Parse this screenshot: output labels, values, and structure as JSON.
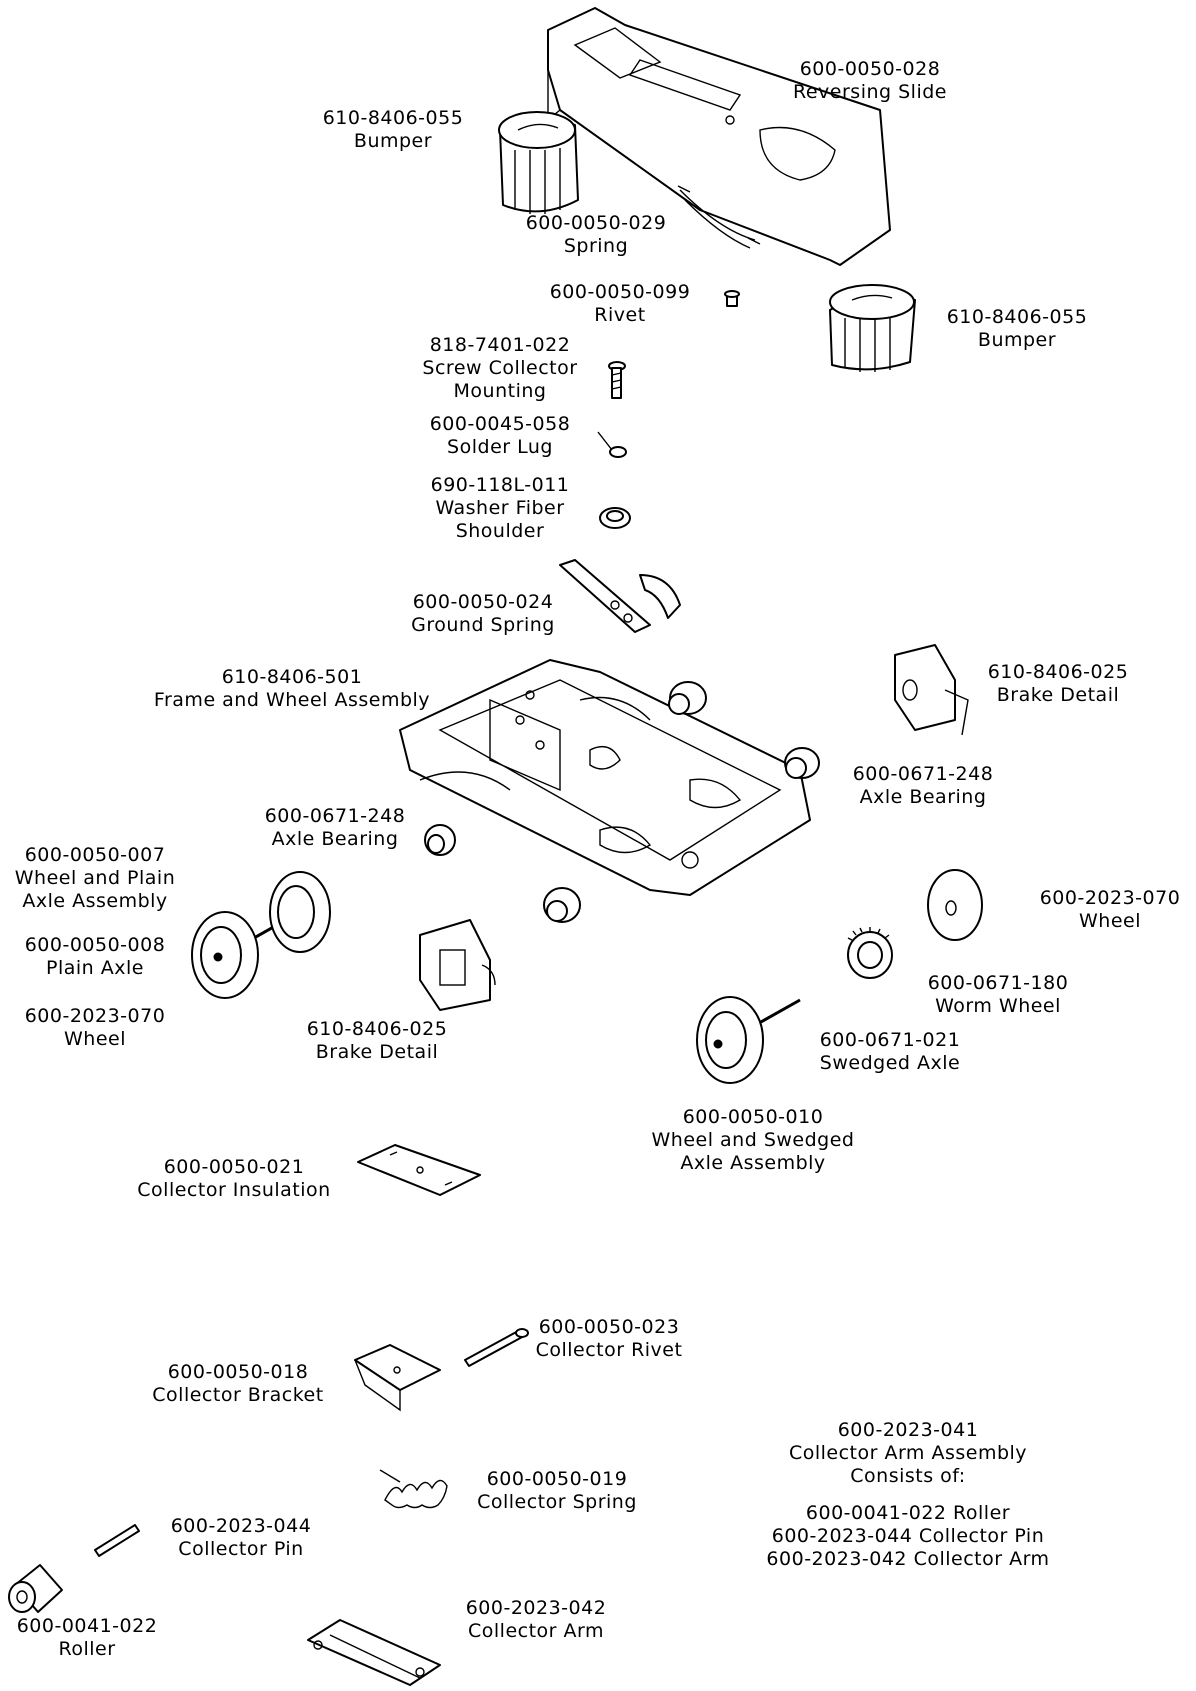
{
  "callouts": [
    {
      "id": "reversing-slide",
      "part": "600-0050-028",
      "name": "Reversing Slide"
    },
    {
      "id": "bumper-left",
      "part": "610-8406-055",
      "name": "Bumper"
    },
    {
      "id": "spring",
      "part": "600-0050-029",
      "name": "Spring"
    },
    {
      "id": "rivet",
      "part": "600-0050-099",
      "name": "Rivet"
    },
    {
      "id": "bumper-right",
      "part": "610-8406-055",
      "name": "Bumper"
    },
    {
      "id": "screw",
      "part": "818-7401-022",
      "name": "Screw Collector",
      "name2": "Mounting"
    },
    {
      "id": "solder-lug",
      "part": "600-0045-058",
      "name": "Solder Lug"
    },
    {
      "id": "washer",
      "part": "690-118L-011",
      "name": "Washer Fiber",
      "name2": "Shoulder"
    },
    {
      "id": "ground-spring",
      "part": "600-0050-024",
      "name": "Ground Spring"
    },
    {
      "id": "frame",
      "part": "610-8406-501",
      "name": "Frame and Wheel Assembly"
    },
    {
      "id": "brake-right",
      "part": "610-8406-025",
      "name": "Brake Detail"
    },
    {
      "id": "bearing-right",
      "part": "600-0671-248",
      "name": "Axle Bearing"
    },
    {
      "id": "bearing-left",
      "part": "600-0671-248",
      "name": "Axle Bearing"
    },
    {
      "id": "wheel-plain-axle",
      "part": "600-0050-007",
      "name": "Wheel and Plain",
      "name2": "Axle Assembly"
    },
    {
      "id": "plain-axle",
      "part": "600-0050-008",
      "name": "Plain Axle"
    },
    {
      "id": "wheel-left",
      "part": "600-2023-070",
      "name": "Wheel"
    },
    {
      "id": "wheel-right",
      "part": "600-2023-070",
      "name": "Wheel"
    },
    {
      "id": "worm-wheel",
      "part": "600-0671-180",
      "name": "Worm Wheel"
    },
    {
      "id": "swedged-axle",
      "part": "600-0671-021",
      "name": "Swedged Axle"
    },
    {
      "id": "brake-left",
      "part": "610-8406-025",
      "name": "Brake Detail"
    },
    {
      "id": "wheel-swedged-axle",
      "part": "600-0050-010",
      "name": "Wheel and Swedged",
      "name2": "Axle Assembly"
    },
    {
      "id": "collector-insulation",
      "part": "600-0050-021",
      "name": "Collector Insulation"
    },
    {
      "id": "collector-rivet",
      "part": "600-0050-023",
      "name": "Collector Rivet"
    },
    {
      "id": "collector-bracket",
      "part": "600-0050-018",
      "name": "Collector Bracket"
    },
    {
      "id": "collector-spring",
      "part": "600-0050-019",
      "name": "Collector Spring"
    },
    {
      "id": "collector-pin",
      "part": "600-2023-044",
      "name": "Collector Pin"
    },
    {
      "id": "roller",
      "part": "600-0041-022",
      "name": "Roller"
    },
    {
      "id": "collector-arm",
      "part": "600-2023-042",
      "name": "Collector Arm"
    }
  ],
  "assembly_note": {
    "part": "600-2023-041",
    "title": "Collector Arm Assembly",
    "subtitle": "Consists of:",
    "items": [
      "600-0041-022 Roller",
      "600-2023-044 Collector Pin",
      "600-2023-042 Collector Arm"
    ]
  }
}
